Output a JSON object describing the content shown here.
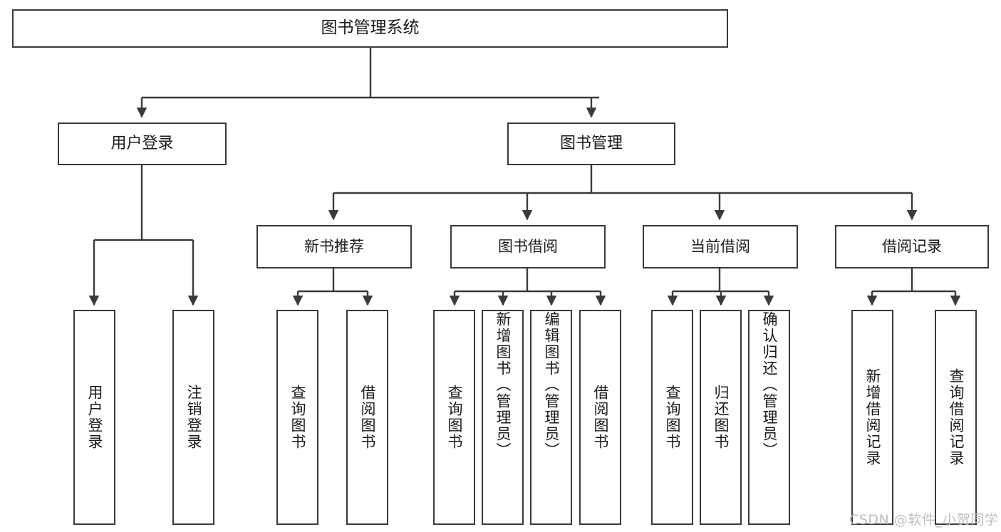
{
  "diagram": {
    "title": "图书管理系统",
    "type": "tree-hierarchy-chart",
    "watermark": "CSDN @软件_小贺同学",
    "colors": {
      "background": "#ffffff",
      "box_border": "#3a3a3a",
      "connector": "#3a3a3a",
      "text": "#1a1a1a",
      "watermark": "#bdbdbd"
    },
    "root": {
      "label": "图书管理系统"
    },
    "level1": [
      {
        "label": "用户登录"
      },
      {
        "label": "图书管理"
      }
    ],
    "level2": [
      {
        "label": "新书推荐"
      },
      {
        "label": "图书借阅"
      },
      {
        "label": "当前借阅"
      },
      {
        "label": "借阅记录"
      }
    ],
    "leaves": {
      "user_login": [
        {
          "label": "用户登录"
        },
        {
          "label": "注销登录"
        }
      ],
      "new_book_recommend": [
        {
          "label": "查询图书"
        },
        {
          "label": "借阅图书"
        }
      ],
      "book_borrow": [
        {
          "label": "查询图书"
        },
        {
          "label": "新增图书（管理员）"
        },
        {
          "label": "编辑图书（管理员）"
        },
        {
          "label": "借阅图书"
        }
      ],
      "current_borrow": [
        {
          "label": "查询图书"
        },
        {
          "label": "归还图书"
        },
        {
          "label": "确认归还（管理员）"
        }
      ],
      "borrow_record": [
        {
          "label": "新增借阅记录"
        },
        {
          "label": "查询借阅记录"
        }
      ]
    }
  }
}
